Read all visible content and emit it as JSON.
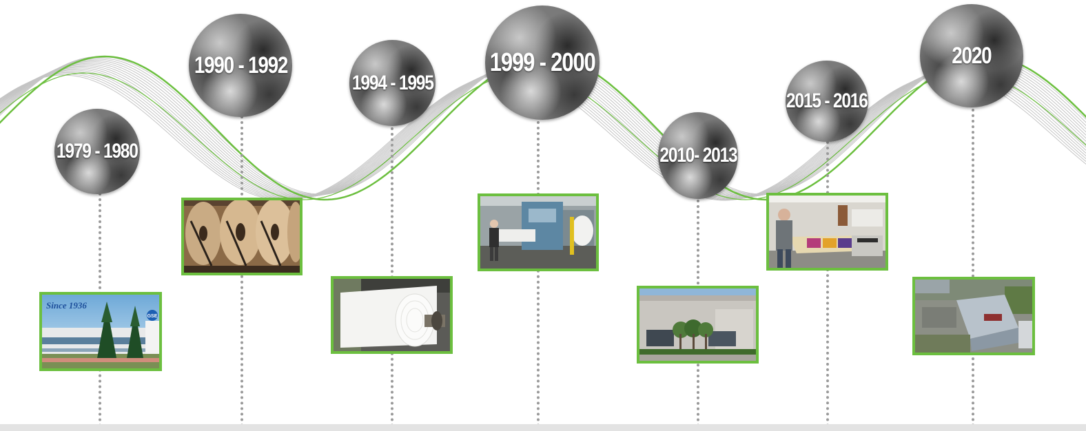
{
  "colors": {
    "accent_green": "#6cbf3f",
    "wave_gray": "#c4c4c4",
    "dash_gray": "#9a9a9a"
  },
  "milestones": [
    {
      "id": "m1979",
      "label": "1979 - 1980",
      "photo": "factory-building-since-1936"
    },
    {
      "id": "m1990",
      "label": "1990 - 1992",
      "photo": "brown-paper-rolls"
    },
    {
      "id": "m1994",
      "label": "1994 - 1995",
      "photo": "white-paper-roll"
    },
    {
      "id": "m1999",
      "label": "1999 - 2000",
      "photo": "paper-production-machine"
    },
    {
      "id": "m2010",
      "label": "2010- 2013",
      "photo": "office-building-with-trees"
    },
    {
      "id": "m2015",
      "label": "2015 - 2016",
      "photo": "large-format-printer"
    },
    {
      "id": "m2020",
      "label": "2020",
      "photo": "aerial-facility"
    }
  ],
  "photo_text": {
    "since_sign": "Since 1936",
    "logo": "GSE"
  }
}
